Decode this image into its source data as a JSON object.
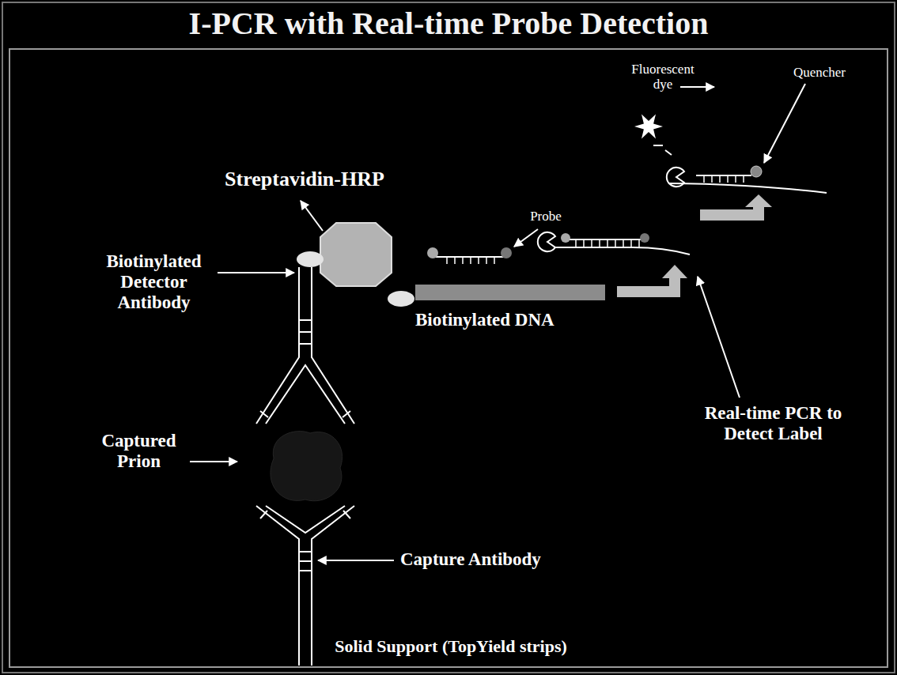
{
  "diagram": {
    "title": "I-PCR with Real-time Probe Detection",
    "labels": [
      "Fluorescent dye",
      "Quencher",
      "Streptavidin-HRP",
      "Probe",
      "Biotinylated Detector Antibody",
      "Biotinylated DNA",
      "Real-time PCR to Detect Label",
      "Captured Prion",
      "Capture Antibody",
      "Solid Support (TopYield strips)"
    ]
  }
}
